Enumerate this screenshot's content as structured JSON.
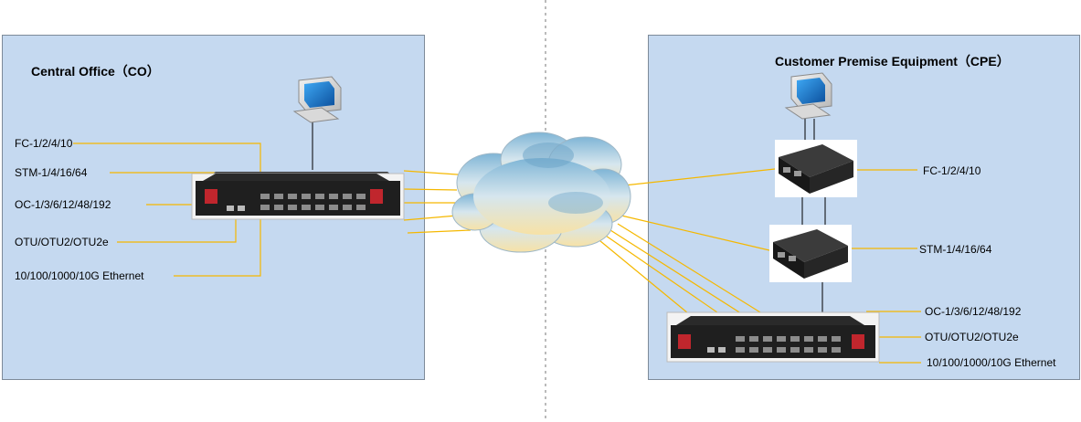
{
  "central_office": {
    "title": "Central Office（CO）",
    "interfaces": [
      "FC-1/2/4/10",
      "STM-1/4/16/64",
      "OC-1/3/6/12/48/192",
      "OTU/OTU2/OTU2e",
      "10/100/1000/10G Ethernet"
    ]
  },
  "cpe": {
    "title": "Customer Premise Equipment（CPE）",
    "interfaces": [
      "FC-1/2/4/10",
      "STM-1/4/16/64",
      "OC-1/3/6/12/48/192",
      "OTU/OTU2/OTU2e",
      "10/100/1000/10G Ethernet"
    ]
  },
  "colors": {
    "panel_fill": "#c5d9f0",
    "link_line": "#f5b800",
    "divider": "#777777",
    "device_body": "#1f1f1f"
  },
  "icons": [
    "computer-icon",
    "rack-device-icon",
    "desktop-device-icon",
    "network-cloud-icon"
  ]
}
